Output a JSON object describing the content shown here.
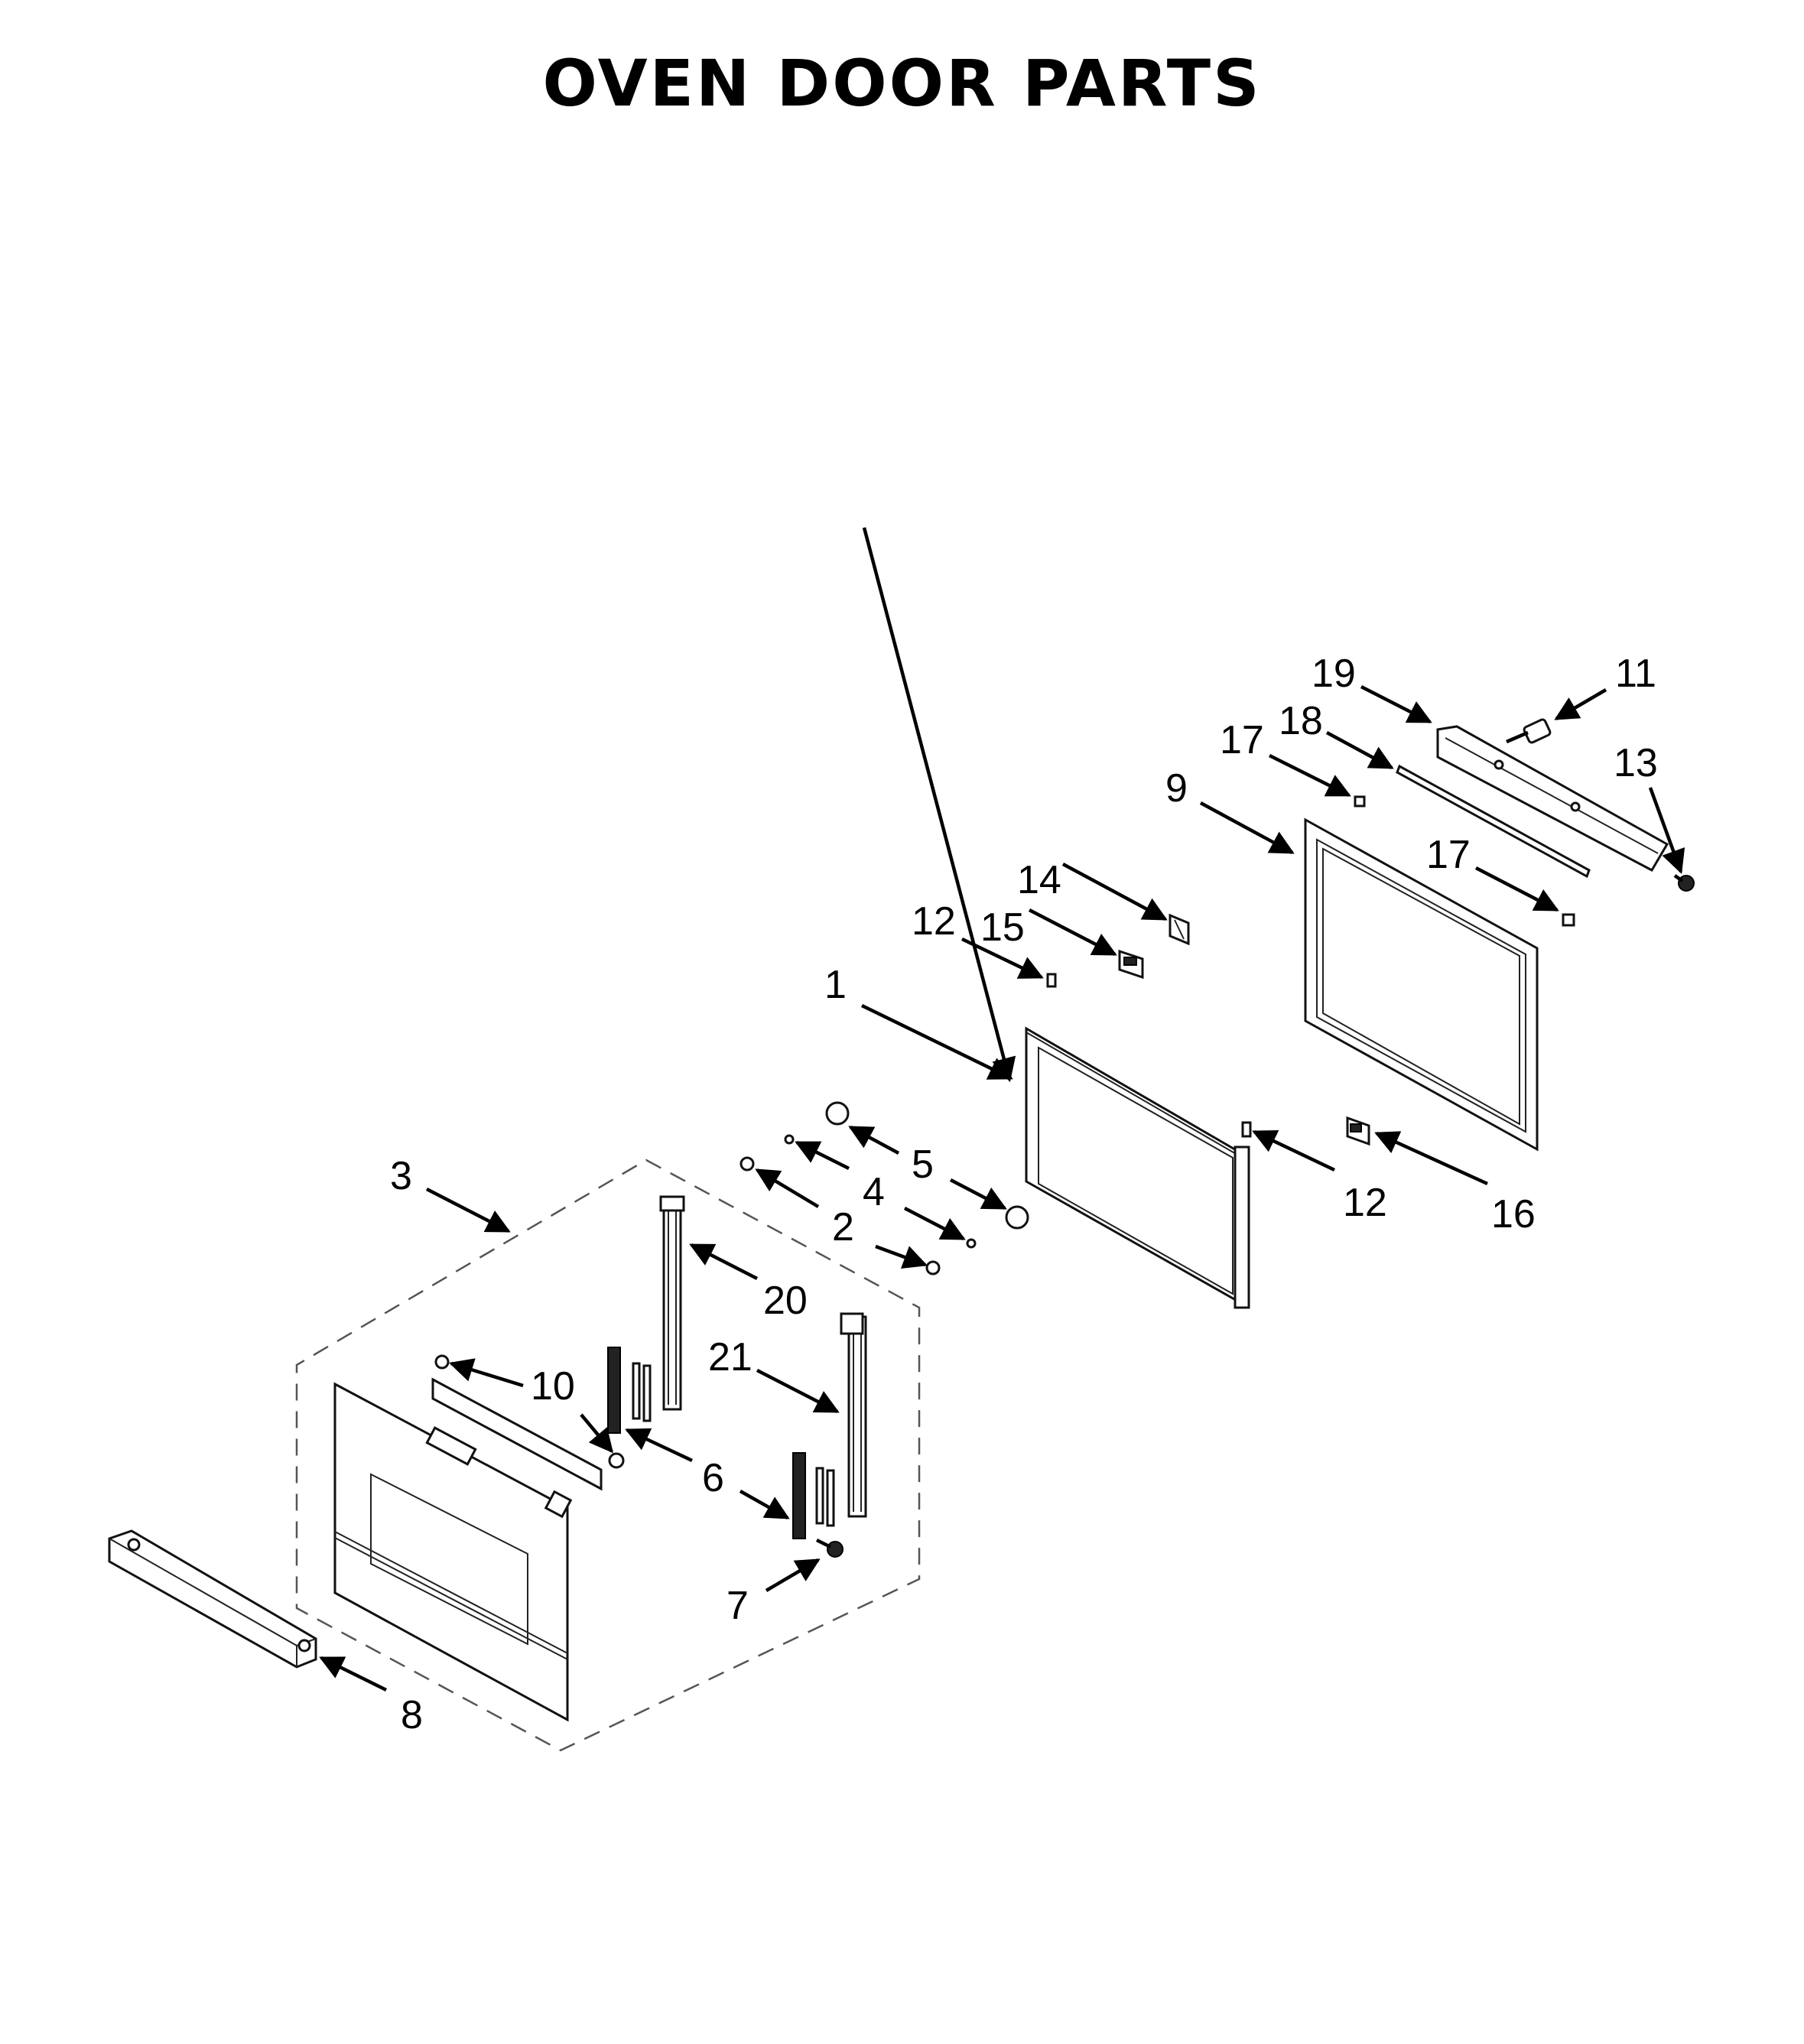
{
  "title": "OVEN DOOR PARTS",
  "callouts": {
    "p1": "1",
    "p2": "2",
    "p3": "3",
    "p4": "4",
    "p5": "5",
    "p6": "6",
    "p7": "7",
    "p8": "8",
    "p9": "9",
    "p10": "10",
    "p11": "11",
    "p12a": "12",
    "p12b": "12",
    "p13": "13",
    "p14": "14",
    "p15": "15",
    "p16": "16",
    "p17a": "17",
    "p17b": "17",
    "p18": "18",
    "p19": "19",
    "p20": "20",
    "p21": "21"
  }
}
